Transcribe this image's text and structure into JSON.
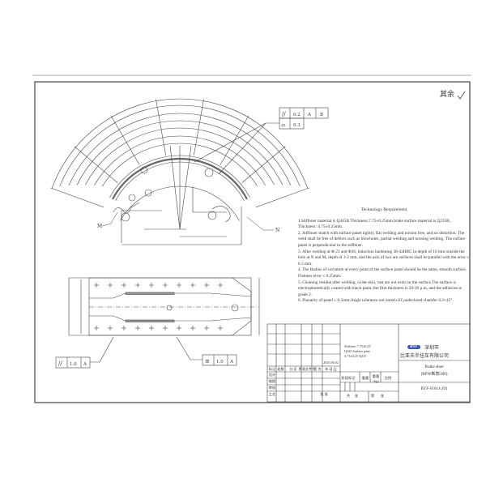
{
  "corner_mark": "其余",
  "tech_requirements": {
    "title": "Technology Requirement",
    "items": [
      "1.Stiffoner material is Q345B.Thickness:7.75±0.25mm brake surface material is Q235B, Thickness: 4.75±0.25mm.",
      "2. Stiffoner match with surface panel tightly, flat welding and torsion free, and no distortion. The weld shall be free of defects such as blowholes, partial welding and missing welding. The surface panel is perpendicular to the stiffener.",
      "3. After welding at Φ 23 and Φ36, induction hardening 38-42HRC in depth of 10 mm outside the hole at N and M, depth of 1-2 mm, and the axis of two are surfaces shall be parallel with the error ≤ 0.3 mm.",
      "4. The Radius of curvature at every point of the surface panel should be the same, smooth surface. Flatness error ≤ 0.25mm.",
      "5. Cleaning residue after welding, oxide skin, rust are not exist on the surface.The surface is electrophoretically coated with black paint, the film thickness is 20-30 μ m, and the adhesion is grade 2.",
      "6. Planarity of panel ≤ 0.5mm;Angle tolerance not noted±10',undeclared chamfer 0.3×45°."
    ]
  },
  "tolerance_frames": {
    "top": [
      {
        "symbol": "//",
        "value": "0.2",
        "datums": [
          "A",
          "B"
        ]
      },
      {
        "symbol": "⌓",
        "value": "0.3",
        "datums": []
      }
    ],
    "bottom_left": {
      "symbol": "//",
      "value": "1.0",
      "datum": "A"
    },
    "bottom_mid": {
      "symbol": "≡",
      "value": "1.0",
      "datum": "A"
    }
  },
  "labels": {
    "m": "M",
    "n": "N"
  },
  "title_block": {
    "date": "2020.06.02",
    "rev_headers": [
      "标记",
      "处数",
      "分 区",
      "更改文件号",
      "签 名",
      "年.月.日"
    ],
    "rows": [
      "设计",
      "制图",
      "审核",
      "工艺"
    ],
    "approve": "批 准",
    "material": [
      "Stiffener 7.75±0.25",
      "Q345 Surface pane",
      "4.75±0.25 Q235"
    ],
    "stage_headers": [
      "阶段标记",
      "重量",
      "重量(kg)",
      "比例"
    ],
    "sheet": [
      "共",
      "张",
      "第",
      "张"
    ],
    "company_logo": "BYF",
    "company": [
      "深圳市",
      "比亚夫半挂车有限公司"
    ],
    "part_name": [
      "Brake shoe",
      "(BPW新款180)"
    ],
    "drawing_no": "BYF-01014-201"
  }
}
